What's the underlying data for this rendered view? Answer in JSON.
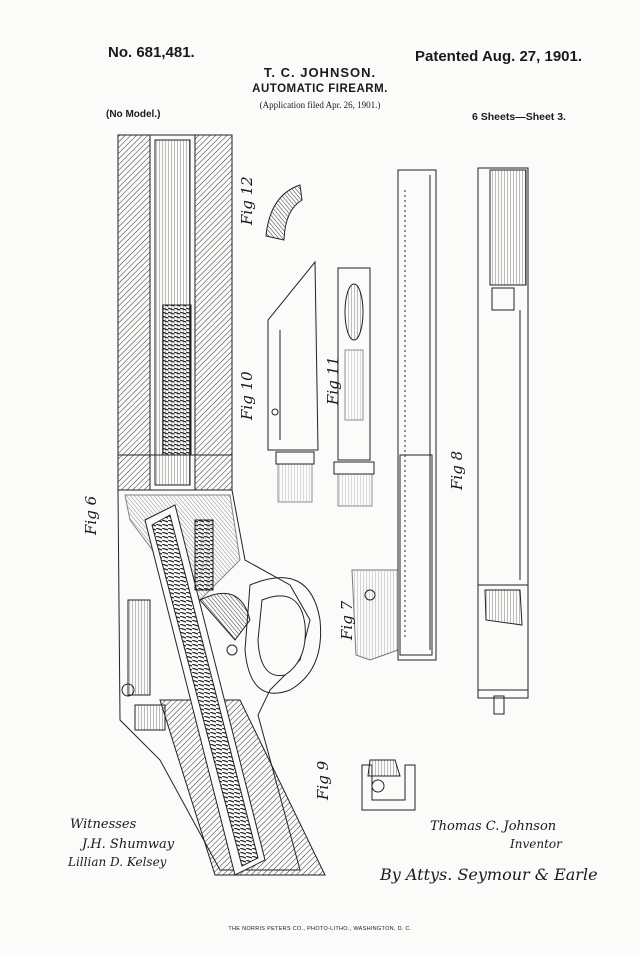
{
  "header": {
    "patent_number": "No. 681,481.",
    "patented": "Patented Aug. 27, 1901.",
    "inventor": "T. C. JOHNSON.",
    "title": "AUTOMATIC FIREARM.",
    "filed": "(Application filed Apr. 26, 1901.)",
    "model": "(No Model.)",
    "sheets": "6 Sheets—Sheet 3."
  },
  "figures": [
    "Fig 6",
    "Fig 7",
    "Fig 8",
    "Fig 9",
    "Fig 10",
    "Fig 11",
    "Fig 12"
  ],
  "signatures": {
    "witnesses_label": "Witnesses",
    "witness_1": "J.H. Shumway",
    "witness_2": "Lillian D. Kelsey",
    "inventor_name": "Thomas C. Johnson",
    "inventor_label": "Inventor",
    "attorneys": "By Attys. Seymour & Earle"
  },
  "printer": "THE NORRIS PETERS CO., PHOTO-LITHO., WASHINGTON, D. C."
}
